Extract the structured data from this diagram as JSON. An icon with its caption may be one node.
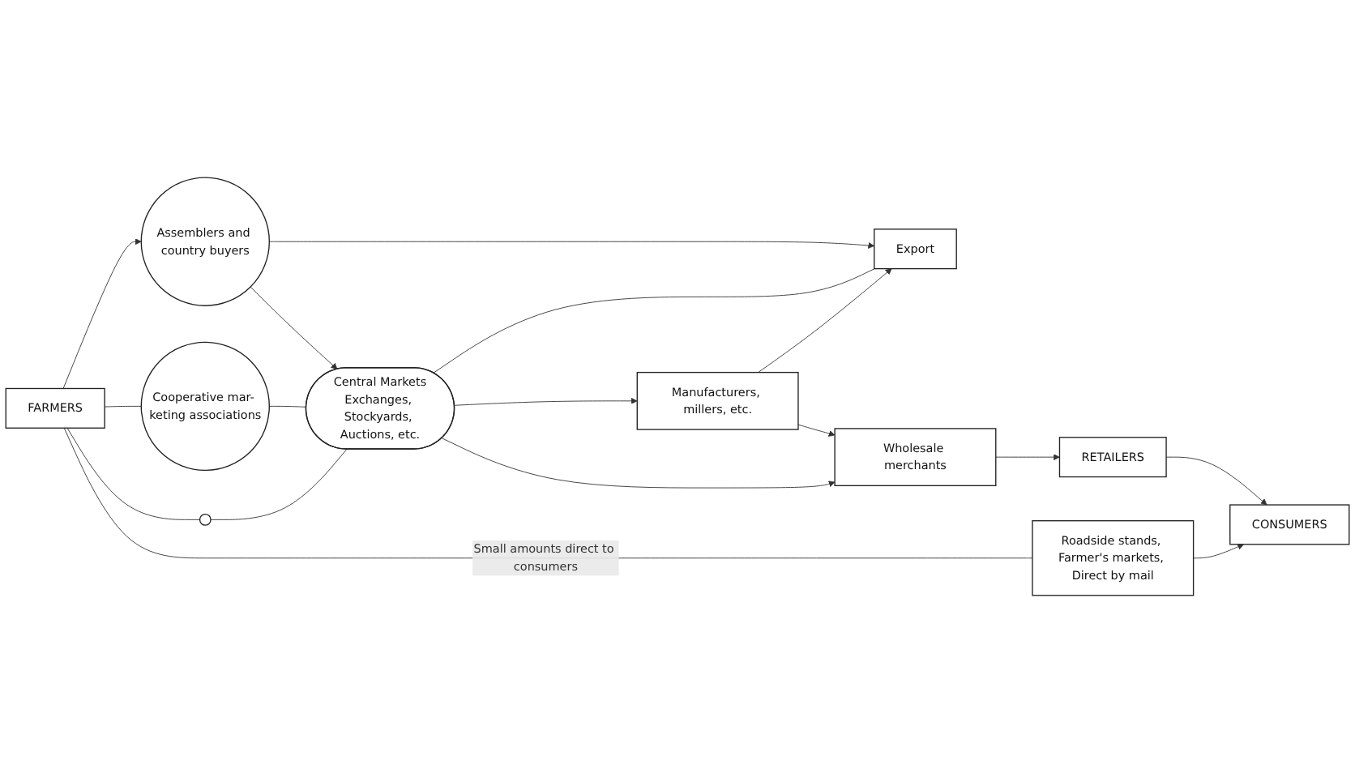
{
  "diagram": {
    "nodes": [
      {
        "text": [
          "FARMERS"
        ]
      },
      {
        "text": [
          "Export"
        ]
      },
      {
        "text": [
          "Assemblers and country buyers"
        ]
      },
      {
        "text": [
          "Cooperative mar- keting associations"
        ]
      },
      {
        "text": [],
        "shape": "circle"
      },
      {
        "text": [
          "Central Markets",
          "Exchanges, Stockyards, Auctions, etc."
        ]
      },
      {
        "text": [
          "Manufacturers, millers, etc."
        ]
      },
      {
        "text": [
          "Wholesale merchants"
        ]
      },
      {
        "text": [
          "RETAILERS"
        ]
      },
      {
        "text": [
          "CONSUMERS"
        ]
      },
      {
        "text": [
          "Roadside stands, Farmer's markets, Direct by mail"
        ]
      }
    ],
    "edges": [
      {
        "from": 0,
        "to": 2,
        "arrow": "to"
      },
      {
        "from": 0,
        "to": 3,
        "arrow": "none"
      },
      {
        "from": 0,
        "to": 4,
        "arrow": "none"
      },
      {
        "from": 2,
        "to": 1,
        "arrow": "to"
      },
      {
        "from": 2,
        "to": 5,
        "arrow": "to"
      },
      {
        "from": 3,
        "to": 5,
        "arrow": "none"
      },
      {
        "from": 4,
        "to": 5,
        "arrow": "none"
      },
      {
        "from": 5,
        "to": 1,
        "arrow": "none"
      },
      {
        "from": 5,
        "to": 6,
        "arrow": "to"
      },
      {
        "from": 6,
        "to": 1,
        "arrow": "to"
      },
      {
        "from": 6,
        "to": 7,
        "arrow": "to"
      },
      {
        "from": 5,
        "to": 7,
        "arrow": "to"
      },
      {
        "from": 7,
        "to": 8,
        "arrow": "to"
      },
      {
        "from": 8,
        "to": 9,
        "arrow": "to"
      },
      {
        "from": 0,
        "to": 10,
        "label": "Small amounts direct to consumers",
        "arrow": "none"
      },
      {
        "from": 10,
        "to": 9,
        "arrow": "to"
      }
    ]
  }
}
